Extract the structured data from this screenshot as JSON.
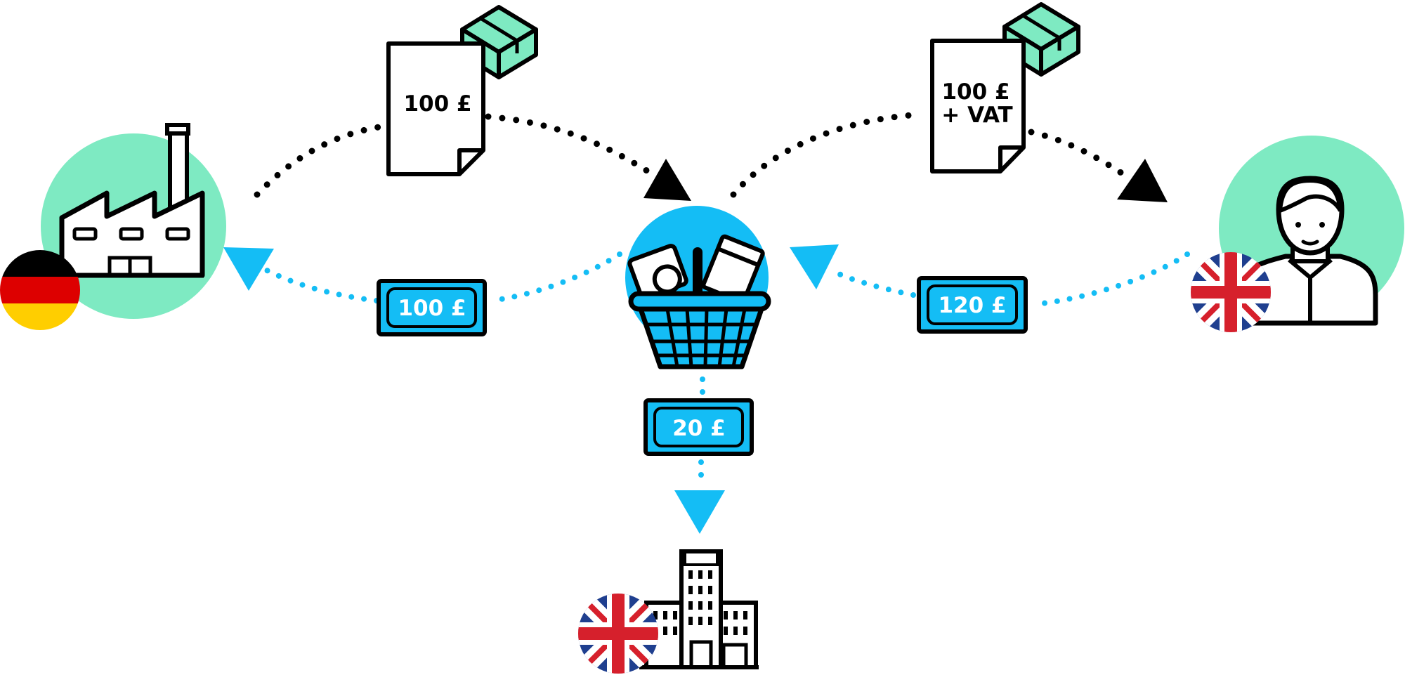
{
  "colors": {
    "mint": "#7EEAC2",
    "blue": "#14BDF5",
    "black": "#000000"
  },
  "icons": {
    "factory": "factory-icon",
    "customer": "customer-icon",
    "basket": "shopping-basket-icon",
    "government": "government-building-icon",
    "box": "package-box-icon",
    "flag_de": "germany-flag-icon",
    "flag_uk": "united-kingdom-flag-icon"
  },
  "invoices": {
    "left": {
      "lines": [
        "100 £"
      ]
    },
    "right": {
      "lines": [
        "100 £",
        "+ VAT"
      ]
    }
  },
  "payments": {
    "to_supplier": "100 £",
    "from_customer": "120 £",
    "to_tax_office": "20 £"
  }
}
